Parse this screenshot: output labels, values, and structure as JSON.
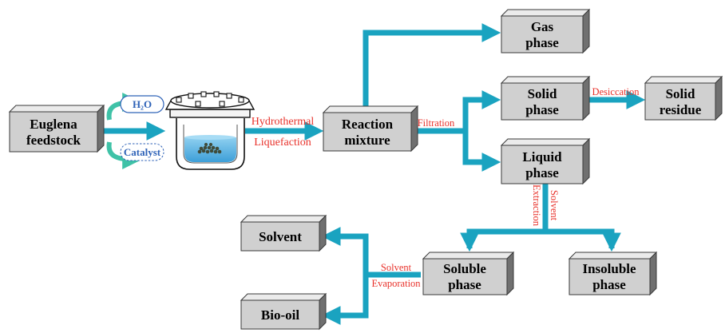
{
  "boxes": {
    "euglena": [
      "Euglena",
      "feedstock"
    ],
    "reaction": [
      "Reaction",
      "mixture"
    ],
    "gas": [
      "Gas",
      "phase"
    ],
    "solid": [
      "Solid",
      "phase"
    ],
    "solid_residue": [
      "Solid",
      "residue"
    ],
    "liquid": [
      "Liquid",
      "phase"
    ],
    "soluble": [
      "Soluble",
      "phase"
    ],
    "insoluble": [
      "Insoluble",
      "phase"
    ],
    "solvent": [
      "Solvent"
    ],
    "biooil": [
      "Bio-oil"
    ]
  },
  "inputs": {
    "water": "H₂O",
    "catalyst": "Catalyst"
  },
  "process_labels": {
    "hydrothermal": [
      "Hydrothermal",
      "Liquefaction"
    ],
    "filtration": "Filtration",
    "desiccation": "Desiccation",
    "solvent_extraction": [
      "Solvent",
      "Extraction"
    ],
    "solvent_evaporation": [
      "Solvent",
      "Evaporation"
    ]
  },
  "colors": {
    "arrow": "#1aa3c0",
    "box_front": "#d0d0d0",
    "box_top": "#ebebeb",
    "box_side": "#707070",
    "label_red": "#e8312a",
    "pill_text": "#2f63b8",
    "pill_arrow": "#3fc2a7"
  }
}
